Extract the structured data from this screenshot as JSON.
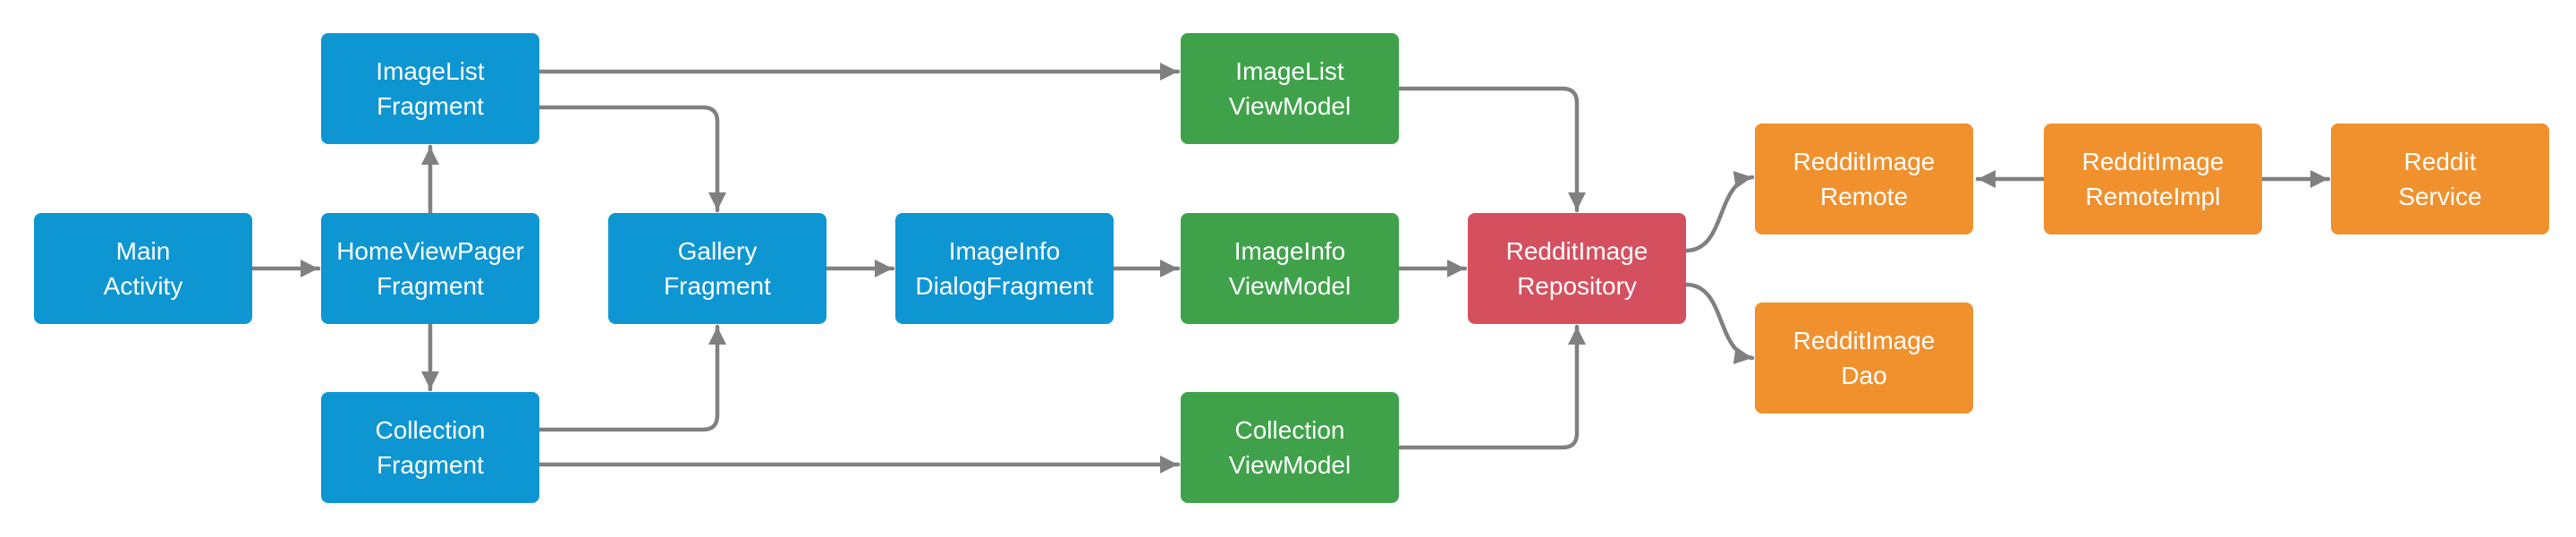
{
  "palette": {
    "blue": "#0e96d3",
    "green": "#3fa24a",
    "red": "#d5505f",
    "orange": "#f0912e",
    "connector": "#808080",
    "text": "#ffffff",
    "background": "#ffffff"
  },
  "nodes": {
    "main_activity": {
      "label": "Main Activity",
      "lines": [
        "Main",
        "Activity"
      ],
      "color": "blue"
    },
    "imagelist_fragment": {
      "label": "ImageList Fragment",
      "lines": [
        "ImageList",
        "Fragment"
      ],
      "color": "blue"
    },
    "homeviewpager_fragment": {
      "label": "HomeViewPager Fragment",
      "lines": [
        "HomeViewPager",
        "Fragment"
      ],
      "color": "blue"
    },
    "collection_fragment": {
      "label": "Collection Fragment",
      "lines": [
        "Collection",
        "Fragment"
      ],
      "color": "blue"
    },
    "gallery_fragment": {
      "label": "Gallery Fragment",
      "lines": [
        "Gallery",
        "Fragment"
      ],
      "color": "blue"
    },
    "imageinfo_dialogfragment": {
      "label": "ImageInfo DialogFragment",
      "lines": [
        "ImageInfo",
        "DialogFragment"
      ],
      "color": "blue"
    },
    "imagelist_viewmodel": {
      "label": "ImageList ViewModel",
      "lines": [
        "ImageList",
        "ViewModel"
      ],
      "color": "green"
    },
    "imageinfo_viewmodel": {
      "label": "ImageInfo ViewModel",
      "lines": [
        "ImageInfo",
        "ViewModel"
      ],
      "color": "green"
    },
    "collection_viewmodel": {
      "label": "Collection ViewModel",
      "lines": [
        "Collection",
        "ViewModel"
      ],
      "color": "green"
    },
    "redditimage_repository": {
      "label": "RedditImage Repository",
      "lines": [
        "RedditImage",
        "Repository"
      ],
      "color": "red"
    },
    "redditimage_remote": {
      "label": "RedditImage Remote",
      "lines": [
        "RedditImage",
        "Remote"
      ],
      "color": "orange"
    },
    "redditimage_dao": {
      "label": "RedditImage Dao",
      "lines": [
        "RedditImage",
        "Dao"
      ],
      "color": "orange"
    },
    "redditimage_remoteimpl": {
      "label": "RedditImage RemoteImpl",
      "lines": [
        "RedditImage",
        "RemoteImpl"
      ],
      "color": "orange"
    },
    "reddit_service": {
      "label": "Reddit Service",
      "lines": [
        "Reddit",
        "Service"
      ],
      "color": "orange"
    }
  },
  "edges": [
    {
      "from": "main_activity",
      "to": "homeviewpager_fragment",
      "style": "straight-right"
    },
    {
      "from": "homeviewpager_fragment",
      "to": "imagelist_fragment",
      "style": "straight-up"
    },
    {
      "from": "homeviewpager_fragment",
      "to": "collection_fragment",
      "style": "straight-down"
    },
    {
      "from": "imagelist_fragment",
      "to": "imagelist_viewmodel",
      "style": "straight-right"
    },
    {
      "from": "imagelist_fragment",
      "to": "gallery_fragment",
      "style": "elbow-right-down"
    },
    {
      "from": "collection_fragment",
      "to": "gallery_fragment",
      "style": "elbow-right-up"
    },
    {
      "from": "collection_fragment",
      "to": "collection_viewmodel",
      "style": "straight-right"
    },
    {
      "from": "gallery_fragment",
      "to": "imageinfo_dialogfragment",
      "style": "straight-right"
    },
    {
      "from": "imageinfo_dialogfragment",
      "to": "imageinfo_viewmodel",
      "style": "straight-right"
    },
    {
      "from": "imageinfo_viewmodel",
      "to": "redditimage_repository",
      "style": "straight-right"
    },
    {
      "from": "imagelist_viewmodel",
      "to": "redditimage_repository",
      "style": "elbow-right-down"
    },
    {
      "from": "collection_viewmodel",
      "to": "redditimage_repository",
      "style": "elbow-right-up"
    },
    {
      "from": "redditimage_repository",
      "to": "redditimage_remote",
      "style": "curve-right-up"
    },
    {
      "from": "redditimage_repository",
      "to": "redditimage_dao",
      "style": "curve-right-down"
    },
    {
      "from": "redditimage_remoteimpl",
      "to": "redditimage_remote",
      "style": "straight-left"
    },
    {
      "from": "redditimage_remoteimpl",
      "to": "reddit_service",
      "style": "straight-right"
    }
  ]
}
